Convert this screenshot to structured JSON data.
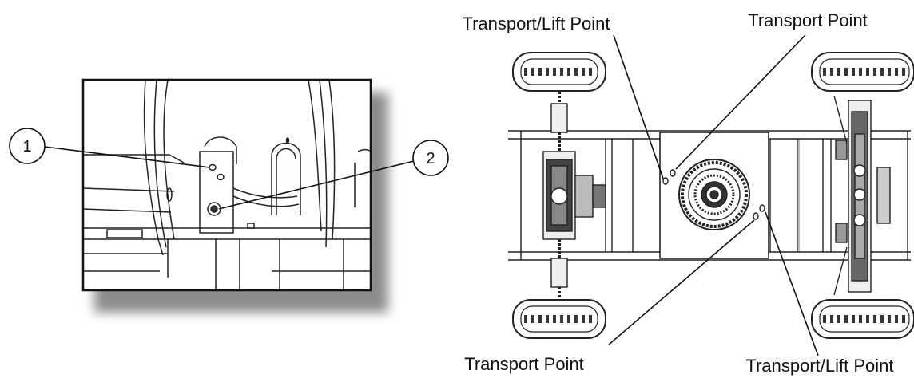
{
  "left_detail": {
    "callouts": [
      {
        "number": "1"
      },
      {
        "number": "2"
      }
    ]
  },
  "right_diagram": {
    "labels": {
      "top_left": "Transport/Lift Point",
      "top_right": "Transport Point",
      "bottom_left": "Transport Point",
      "bottom_right": "Transport/Lift Point"
    }
  },
  "colors": {
    "line": "#111111",
    "panel_shadow": "#555555",
    "gray_fill": "#dddddd"
  }
}
